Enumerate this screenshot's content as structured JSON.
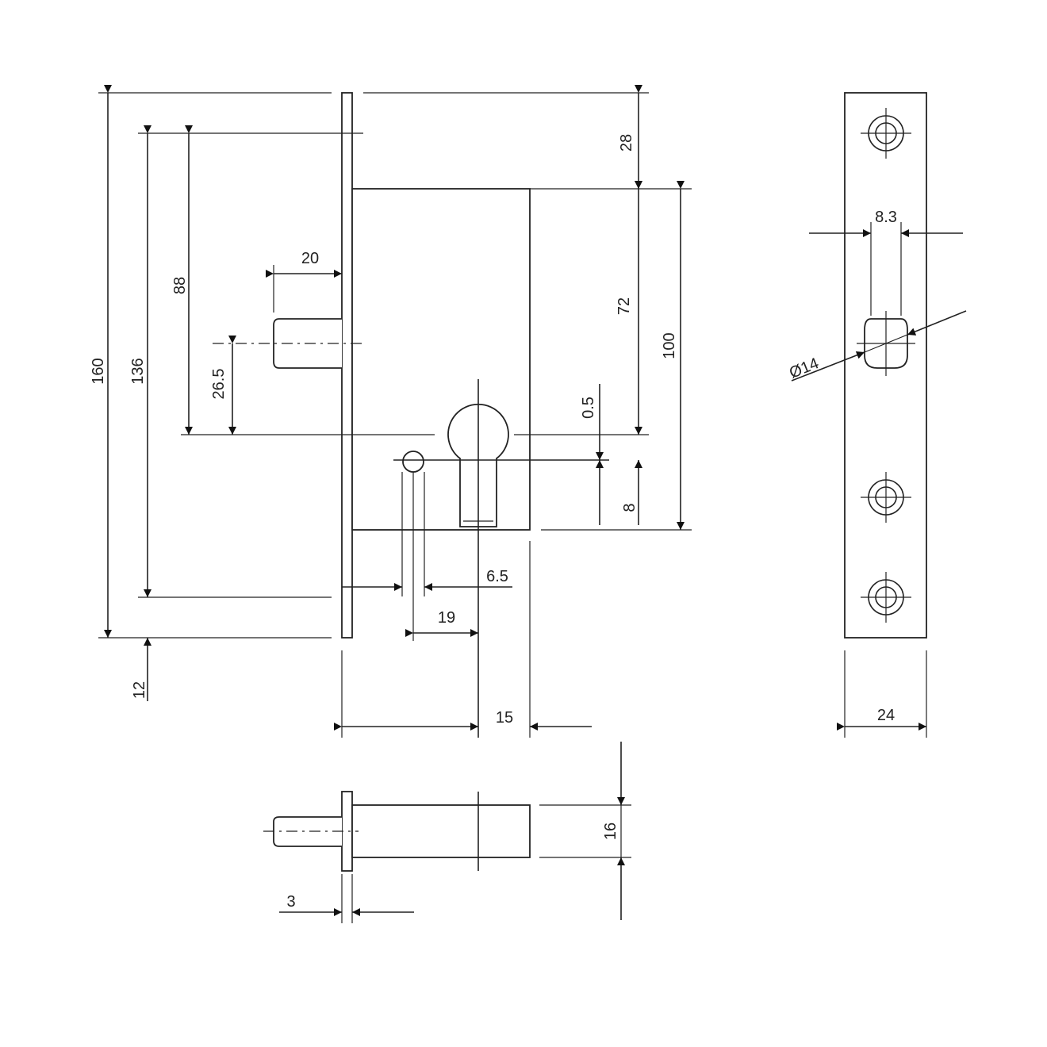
{
  "drawing": {
    "dimensions": {
      "d160": "160",
      "d136": "136",
      "d88": "88",
      "d26_5": "26.5",
      "d20": "20",
      "d12": "12",
      "d28": "28",
      "d72": "72",
      "d100": "100",
      "d0_5": "0.5",
      "d8": "8",
      "d6_5": "6.5",
      "d19": "19",
      "d15": "15",
      "d8_3": "8.3",
      "d14": "Ø14",
      "d24": "24",
      "d16": "16",
      "d3": "3"
    }
  }
}
